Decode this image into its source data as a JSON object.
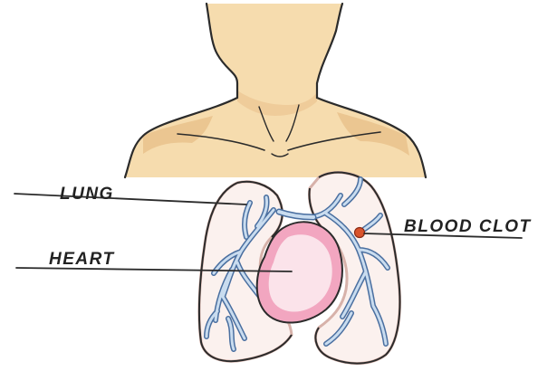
{
  "labels": {
    "lung": "LUNG",
    "heart": "HEART",
    "clot": "BLOOD CLOT"
  },
  "colors": {
    "skin": "#f6dcae",
    "skin_shade": "#e9c08a",
    "outline": "#2b2b2b",
    "lung_fill": "#fbf1ee",
    "lung_edge": "#d7b2aa",
    "vessel_fill": "#c9dcef",
    "vessel_edge": "#4a6fa0",
    "heart_outer": "#f2a6c0",
    "heart_inner": "#fbe3ea",
    "clot": "#d9532c"
  },
  "icons": [
    "neck-and-shoulders",
    "left-lung",
    "right-lung",
    "heart",
    "blood-clot"
  ]
}
